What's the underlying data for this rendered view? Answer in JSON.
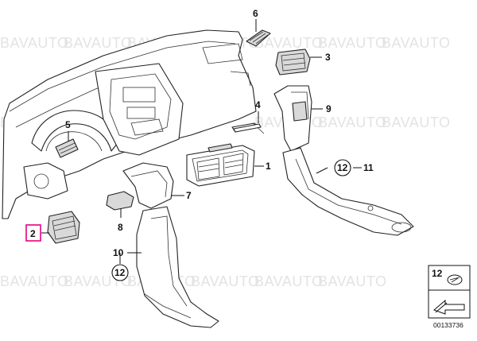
{
  "watermark": {
    "text": "BAVAUTO"
  },
  "callouts": {
    "c1": "1",
    "c2": "2",
    "c3": "3",
    "c4": "4",
    "c5": "5",
    "c6": "6",
    "c7": "7",
    "c8": "8",
    "c9": "9",
    "c10": "10",
    "c11": "11",
    "c12_a": "12",
    "c12_b": "12"
  },
  "legend": {
    "part_number": "12",
    "diagram_code": "00133736"
  },
  "colors": {
    "highlight": "#e6007e",
    "line": "#222222",
    "watermark": "#e3e3e3"
  }
}
